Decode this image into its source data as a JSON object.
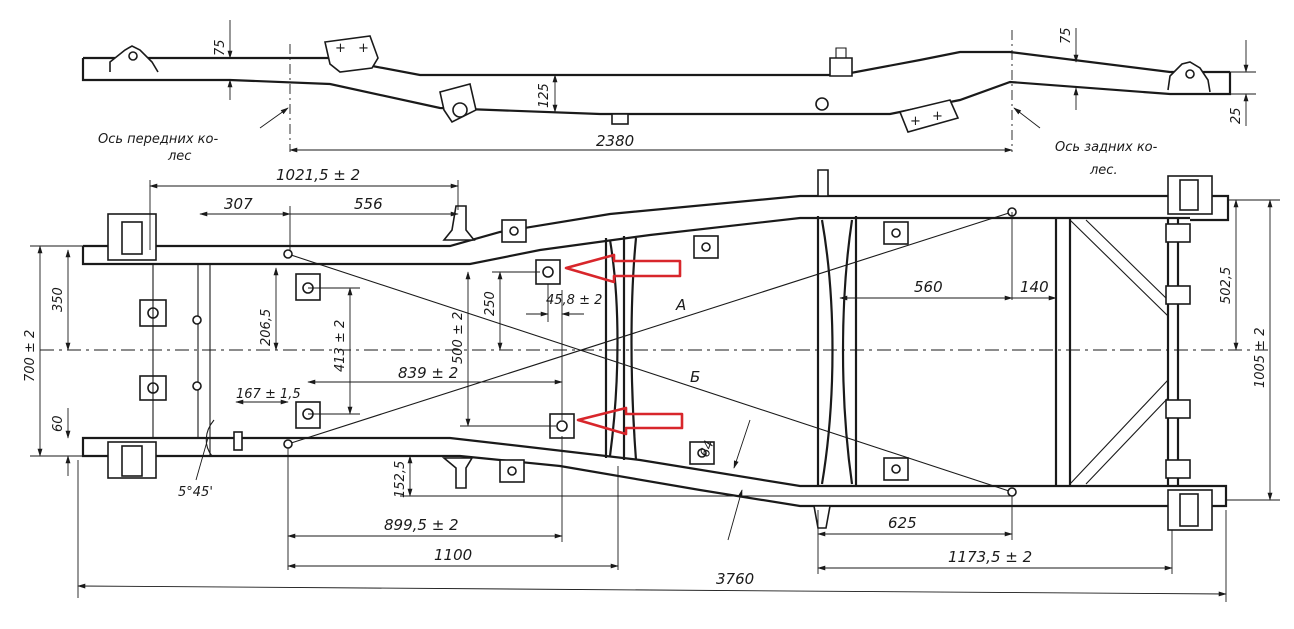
{
  "side_view": {
    "dims": {
      "d75_left": "75",
      "d75_right": "75",
      "d125": "125",
      "d25": "25",
      "d2380": "2380"
    },
    "labels": {
      "front_axis_1": "Ось передних ко-",
      "front_axis_2": "лес",
      "rear_axis_1": "Ось задних ко-",
      "rear_axis_2": "лес."
    }
  },
  "top_view": {
    "dims": {
      "d1021": "1021,5 ± 2",
      "d307": "307",
      "d556": "556",
      "d350": "350",
      "d700": "700 ± 2",
      "d60": "60",
      "d206": "206,5",
      "d413": "413 ± 2",
      "d839": "839 ± 2",
      "d167": "167 ± 1,5",
      "d250": "250",
      "d500": "500 ± 2",
      "d45": "45,8 ± 2",
      "d560": "560",
      "d140": "140",
      "d502": "502,5",
      "d1005": "1005 ± 2",
      "d64": "64",
      "d152": "152,5",
      "d899": "899,5 ± 2",
      "d1100": "1100",
      "d625": "625",
      "d1173": "1173,5 ± 2",
      "d3760": "3760",
      "angle": "5°45'"
    },
    "labels": {
      "diag_a": "А",
      "diag_b": "Б"
    }
  },
  "colors": {
    "ink": "#1a1a1a",
    "highlight_arrow": "#d8262b"
  }
}
